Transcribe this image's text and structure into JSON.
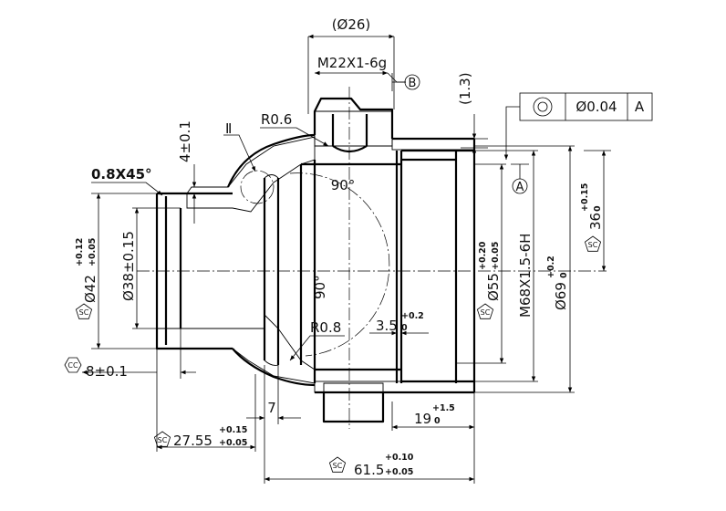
{
  "drawing": {
    "dims": {
      "top_dia": "(Ø26)",
      "thread_small": "M22X1-6g",
      "datum_b": "B",
      "dim_1_3": "(1.3)",
      "chamfer": "0.8X45°",
      "dim_4": "4±0.1",
      "view_ref": "Ⅱ",
      "r06": "R0.6",
      "angle_top": "90°",
      "angle_side": "90°",
      "r08": "R0.8",
      "dia42_main": "Ø42",
      "dia42_up": "+0.12",
      "dia42_low": "+0.05",
      "dia38": "Ø38±0.15",
      "dim_8": "8±0.1",
      "dim_3_5": "3.5",
      "dim_3_5_up": "+0.2",
      "dim_3_5_low": "0",
      "dim_7": "7",
      "dim_19": "19",
      "dim_19_up": "+1.5",
      "dim_19_low": "0",
      "dim_27_main": "27.55",
      "dim_27_up": "+0.15",
      "dim_27_low": "+0.05",
      "dim_61_main": "61.5",
      "dim_61_up": "+0.10",
      "dim_61_low": "+0.05",
      "dia55_main": "Ø55",
      "dia55_up": "+0.20",
      "dia55_low": "+0.05",
      "thread_big": "M68X1.5-6H",
      "dia69_main": "Ø69",
      "dia69_up": "+0.2",
      "dia69_low": "0",
      "dim36_main": "36",
      "dim36_up": "+0.15",
      "dim36_low": "0",
      "datum_a": "A"
    },
    "frame": {
      "tolerance": "Ø0.04",
      "datum": "A"
    },
    "symbols": {
      "sc": "SC",
      "cc": "CC"
    }
  }
}
